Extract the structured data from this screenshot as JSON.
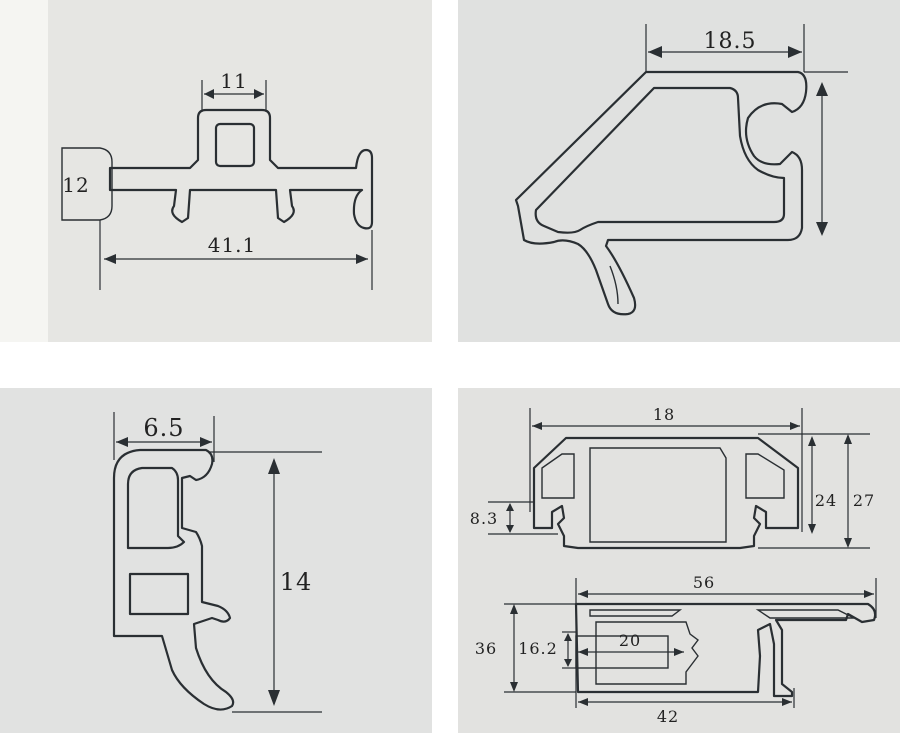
{
  "panels": {
    "top_left": {
      "dims": {
        "height": "12",
        "width_top": "11",
        "width_total": "41.1"
      }
    },
    "top_right": {
      "dims": {
        "width": "18.5"
      }
    },
    "bottom_left": {
      "dims": {
        "width": "6.5",
        "height": "14"
      }
    },
    "bottom_right": {
      "upper": {
        "width": "18",
        "h_left": "8.3",
        "h_mid": "24",
        "h_right": "27"
      },
      "lower": {
        "width_top": "56",
        "h_total": "36",
        "h_inner": "16.2",
        "w_inner": "20",
        "w_bottom": "42"
      }
    }
  }
}
